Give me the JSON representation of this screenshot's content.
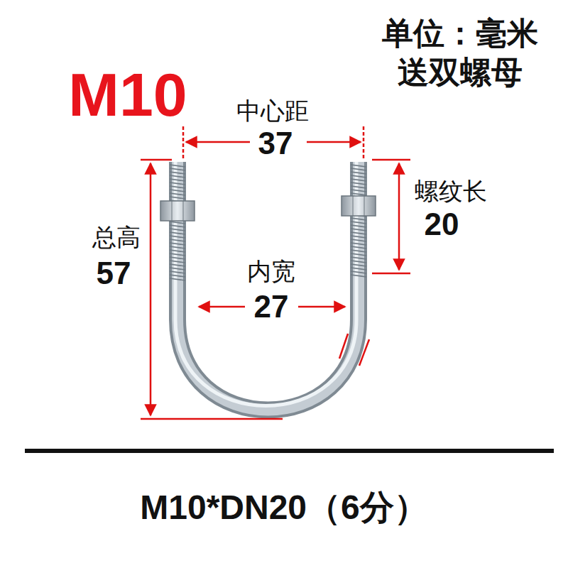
{
  "diagram": {
    "title": "M10",
    "caption": "M10*DN20（6分）",
    "labels": [
      "单位：毫米",
      "送双螺母",
      "中心距",
      "37",
      "螺纹长",
      "20",
      "总高",
      "57",
      "内宽",
      "27"
    ]
  }
}
